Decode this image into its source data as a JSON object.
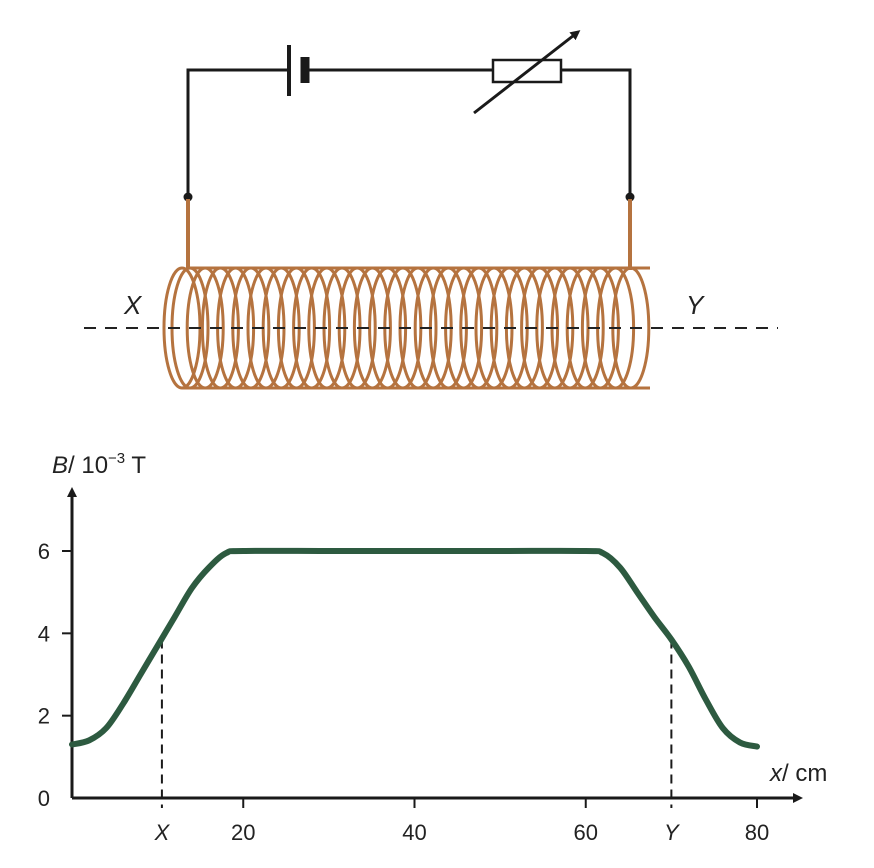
{
  "circuit": {
    "end_labels": {
      "left": "X",
      "right": "Y"
    },
    "colors": {
      "wire": "#1a1a1a",
      "coil": "#b5733f",
      "axis_dash": "#222222"
    }
  },
  "chart_data": {
    "type": "line",
    "title": "",
    "xlabel_var": "x",
    "xlabel_unit": "/ cm",
    "ylabel_var": "B",
    "ylabel_unit": "/ 10",
    "ylabel_exp": "−3",
    "ylabel_tail": " T",
    "xlim": [
      0,
      80
    ],
    "ylim": [
      0,
      6
    ],
    "x_ticks": [
      20,
      40,
      60,
      80
    ],
    "y_ticks": [
      0,
      2,
      4,
      6
    ],
    "markers": [
      {
        "label": "X",
        "x": 10.5,
        "y": 3.85
      },
      {
        "label": "Y",
        "x": 70.0,
        "y": 3.85
      }
    ],
    "series": [
      {
        "color": "#2d5a40",
        "x": [
          0,
          2,
          4,
          6,
          8,
          10,
          12,
          14,
          16,
          18,
          20,
          30,
          40,
          50,
          60,
          62,
          64,
          66,
          68,
          70,
          72,
          74,
          76,
          78,
          80
        ],
        "y": [
          1.3,
          1.4,
          1.7,
          2.3,
          3.0,
          3.7,
          4.4,
          5.1,
          5.6,
          5.95,
          6.0,
          6.0,
          6.0,
          6.0,
          6.0,
          5.95,
          5.6,
          5.0,
          4.4,
          3.85,
          3.2,
          2.4,
          1.7,
          1.35,
          1.25
        ]
      }
    ]
  }
}
